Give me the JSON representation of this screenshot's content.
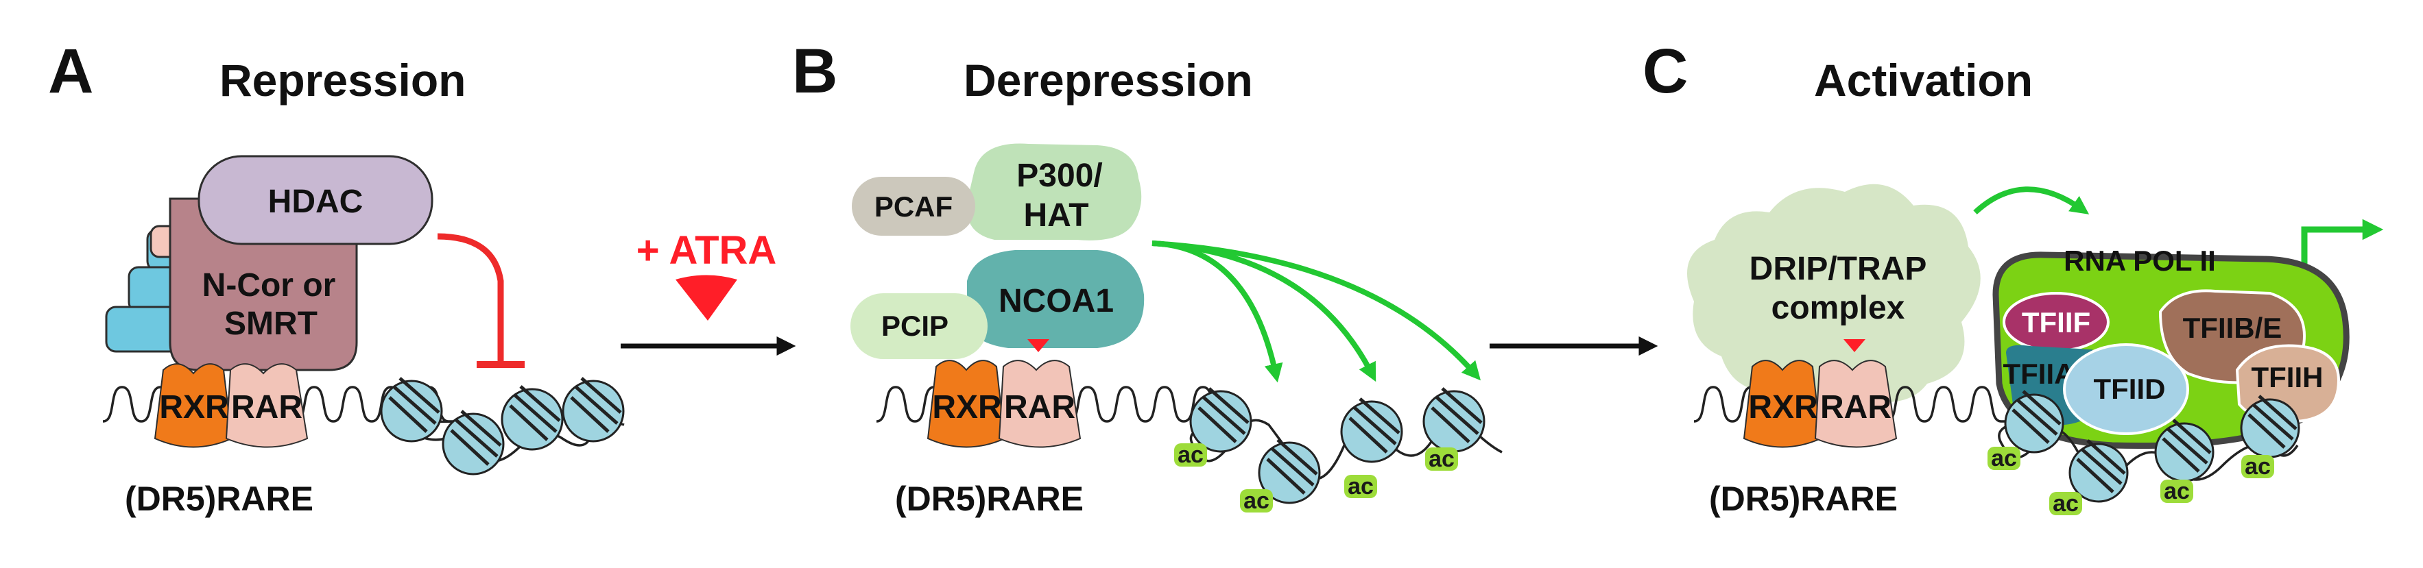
{
  "panels": [
    {
      "letter": "A",
      "title": "Repression"
    },
    {
      "letter": "B",
      "title": "Derepression"
    },
    {
      "letter": "C",
      "title": "Activation"
    }
  ],
  "treatment_label": "+ ATRA",
  "receptors": {
    "rxr": "RXR",
    "rar": "RAR"
  },
  "response_element": "(DR5)RARE",
  "acetyl_mark": "ac",
  "panel_a": {
    "hdac": "HDAC",
    "corepressor_line1": "N-Cor or",
    "corepressor_line2": "SMRT"
  },
  "panel_b": {
    "pcaf": "PCAF",
    "p300_line1": "P300/",
    "p300_line2": "HAT",
    "pcip": "PCIP",
    "ncoa1": "NCOA1"
  },
  "panel_c": {
    "drip_line1": "DRIP/TRAP",
    "drip_line2": "complex",
    "pol2": "RNA POL II",
    "tfiif": "TFIIF",
    "tfiia": "TFIIA",
    "tfiid": "TFIID",
    "tfiibe": "TFIIB/E",
    "tfiih": "TFIIH"
  },
  "colors": {
    "rxr": "#f07a1a",
    "rar": "#f2c4b8",
    "hdac": "#c8b8d2",
    "ncor": "#b7838a",
    "corepressor_stack_blue": "#6ec8e0",
    "corepressor_stack_pink": "#f5c7bc",
    "repression_bar": "#ee2a2a",
    "acetylation_arrow": "#22c832",
    "nucleosome": "#9fd4e0",
    "ac_badge": "#9ddc3a",
    "p300": "#bfe2b8",
    "pcaf": "#ccc8bc",
    "pcip": "#d4ecc4",
    "ncoa1": "#62b2ac",
    "drip": "#d6e6c6",
    "pol2": "#7cd214",
    "tfiif": "#a83268",
    "tfiia": "#2a7e8e",
    "tfiid": "#a6d2e6",
    "tfiibe": "#a0705a",
    "tfiih": "#d8b096"
  }
}
